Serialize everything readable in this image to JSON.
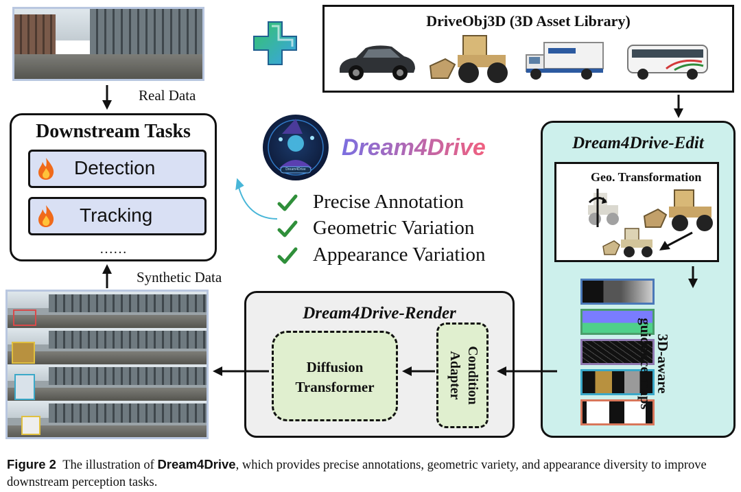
{
  "asset_library": {
    "title": "DriveObj3D (3D Asset Library)",
    "assets": [
      "sedan",
      "wheel-loader",
      "box-truck",
      "coach-bus"
    ]
  },
  "logo": {
    "text": "Dream4Drive",
    "badge_text": "Dream4Drive"
  },
  "real_data_label": "Real Data",
  "synthetic_data_label": "Synthetic Data",
  "downstream": {
    "title": "Downstream Tasks",
    "tasks": [
      "Detection",
      "Tracking"
    ],
    "ellipsis": "……"
  },
  "features": [
    "Precise Annotation",
    "Geometric Variation",
    "Appearance Variation"
  ],
  "edit_module": {
    "title": "Dream4Drive-Edit",
    "geo_label": "Geo. Transformation",
    "guidance_label_line1": "3D-aware",
    "guidance_label_line2": "guidance maps"
  },
  "render_module": {
    "title": "Dream4Drive-Render",
    "diffusion_line1": "Diffusion",
    "diffusion_line2": "Transformer",
    "adapter_line1": "Condition",
    "adapter_line2": "Adapter"
  },
  "caption": {
    "label": "Figure 2",
    "pre": "The illustration of ",
    "name": "Dream4Drive",
    "post": ", which provides precise annotations, geometric variety, and appearance diversity to improve downstream perception tasks."
  },
  "colors": {
    "edit_bg": "#cdf0ec",
    "render_bg": "#efefef",
    "task_bg": "#d9e0f4",
    "adapter_bg": "#e0efcf",
    "check_green": "#2f8f3a",
    "logo_gradient_start": "#7b6fe0",
    "logo_gradient_end": "#f0607f",
    "plus_green": "#36c46a",
    "plus_blue": "#3aa2e8"
  }
}
